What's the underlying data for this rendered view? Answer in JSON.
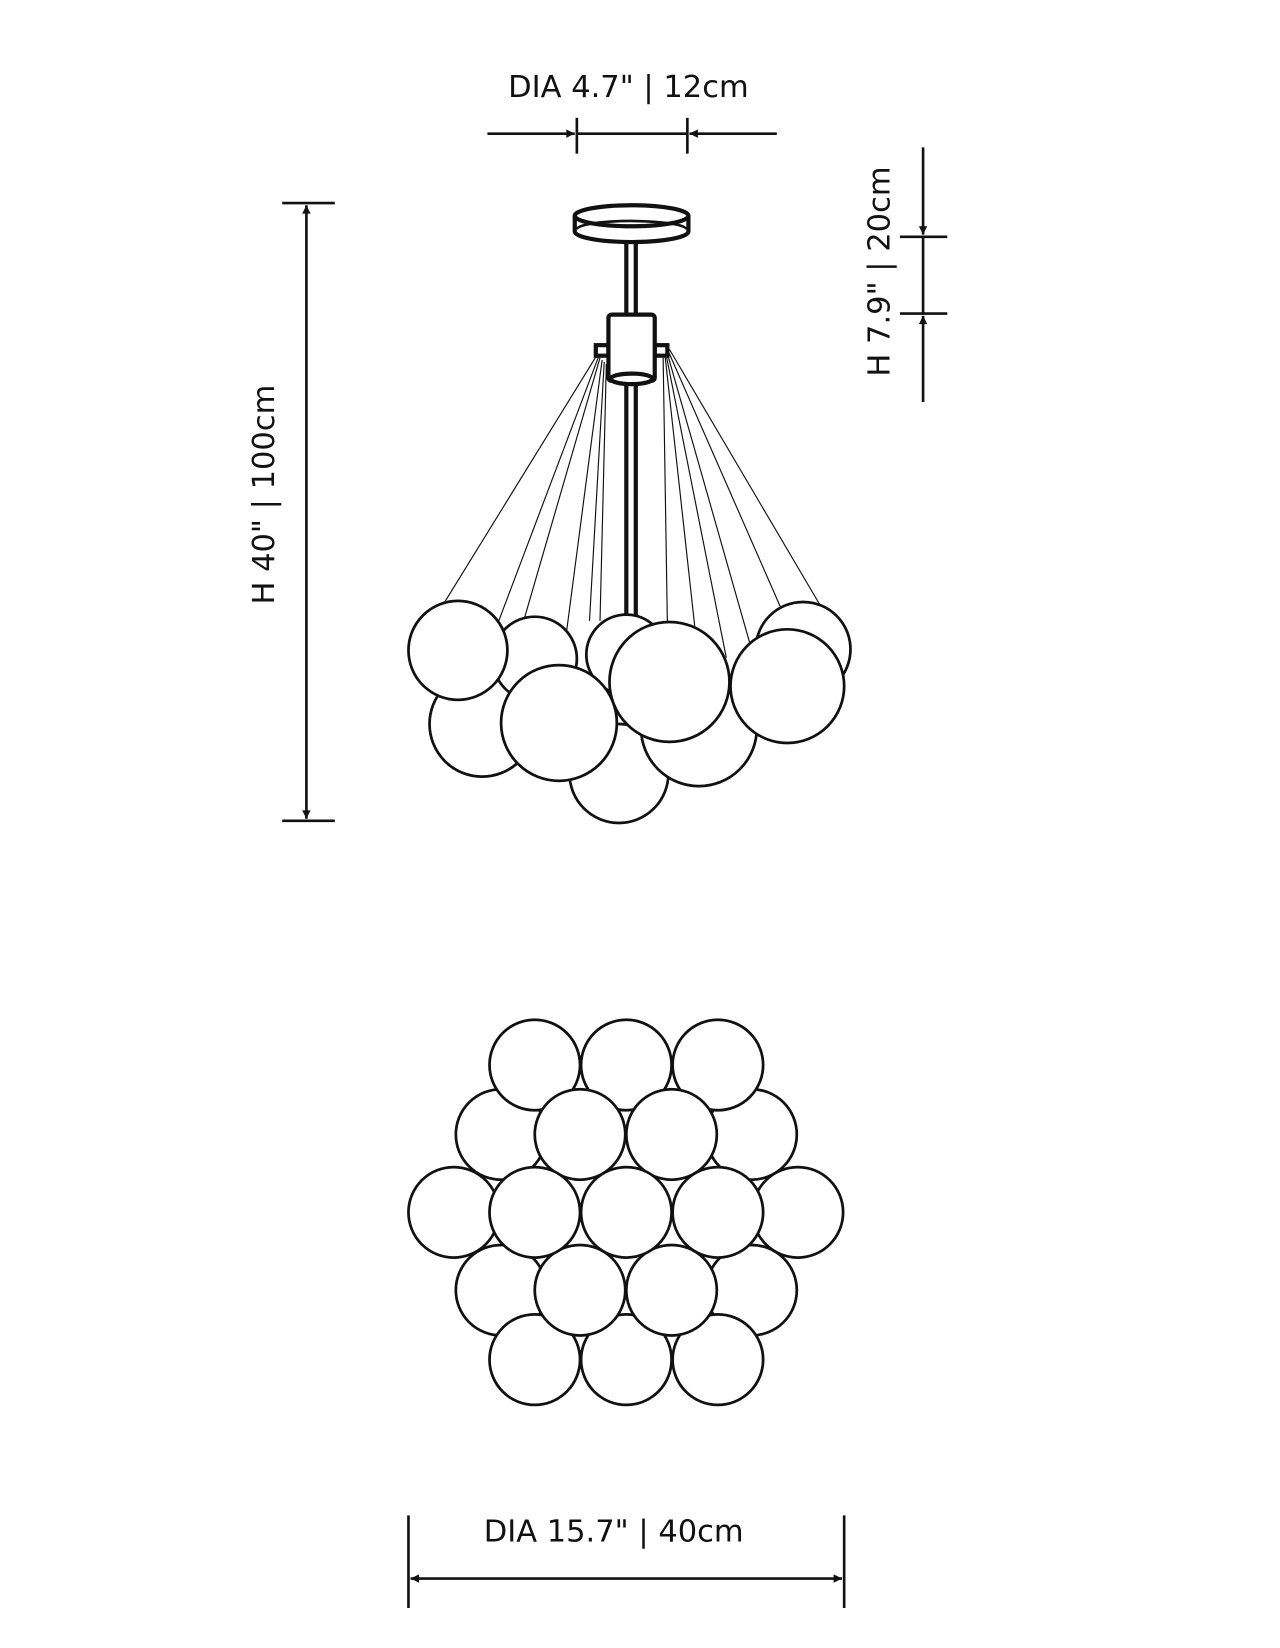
{
  "dimensions": {
    "canopy_diameter": "DIA 4.7\" | 12cm",
    "canopy_height": "H 7.9\" | 20cm",
    "overall_height": "H 40\" | 100cm",
    "overall_diameter": "DIA 15.7\" | 40cm"
  },
  "colors": {
    "line": "#111111",
    "background": "#ffffff"
  }
}
